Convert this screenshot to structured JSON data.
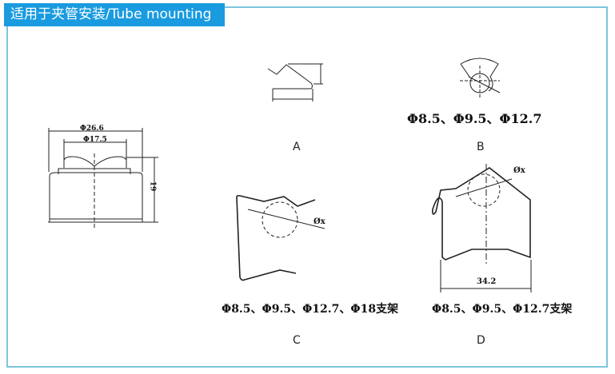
{
  "header": {
    "title": "适用于夹管安装/Tube mounting"
  },
  "figures": {
    "main_cap": {
      "dim_outer": "Φ26.6",
      "dim_inner": "Φ17.5",
      "dim_height": "19"
    },
    "a": {
      "label": "A"
    },
    "b": {
      "label": "B",
      "spec": "Φ8.5、Φ9.5、Φ12.7"
    },
    "c": {
      "label": "C",
      "spec": "Φ8.5、Φ9.5、Φ12.7、Φ18支架",
      "dim": "Øx"
    },
    "d": {
      "label": "D",
      "spec": "Φ8.5、Φ9.5、Φ12.7支架",
      "dim": "Øx",
      "dim_width": "34.2"
    }
  },
  "colors": {
    "header_bg": "#1a9be0",
    "frame": "#7cc6de"
  }
}
